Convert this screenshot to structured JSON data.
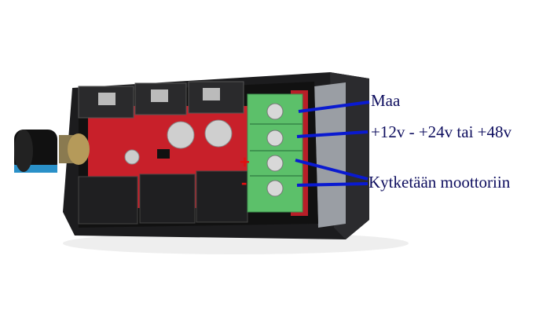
{
  "labels": {
    "ground": "Maa",
    "supply": "+12v - +24v tai +48v",
    "motor": "Kytketään moottoriin"
  },
  "polarity": {
    "plus": "+",
    "minus": "-"
  },
  "colors": {
    "label": "#0d0d5e",
    "leader": "#0a1ad0",
    "terminal": "#5cc06a",
    "pcb": "#c8202a",
    "polarity": "#e01010"
  }
}
